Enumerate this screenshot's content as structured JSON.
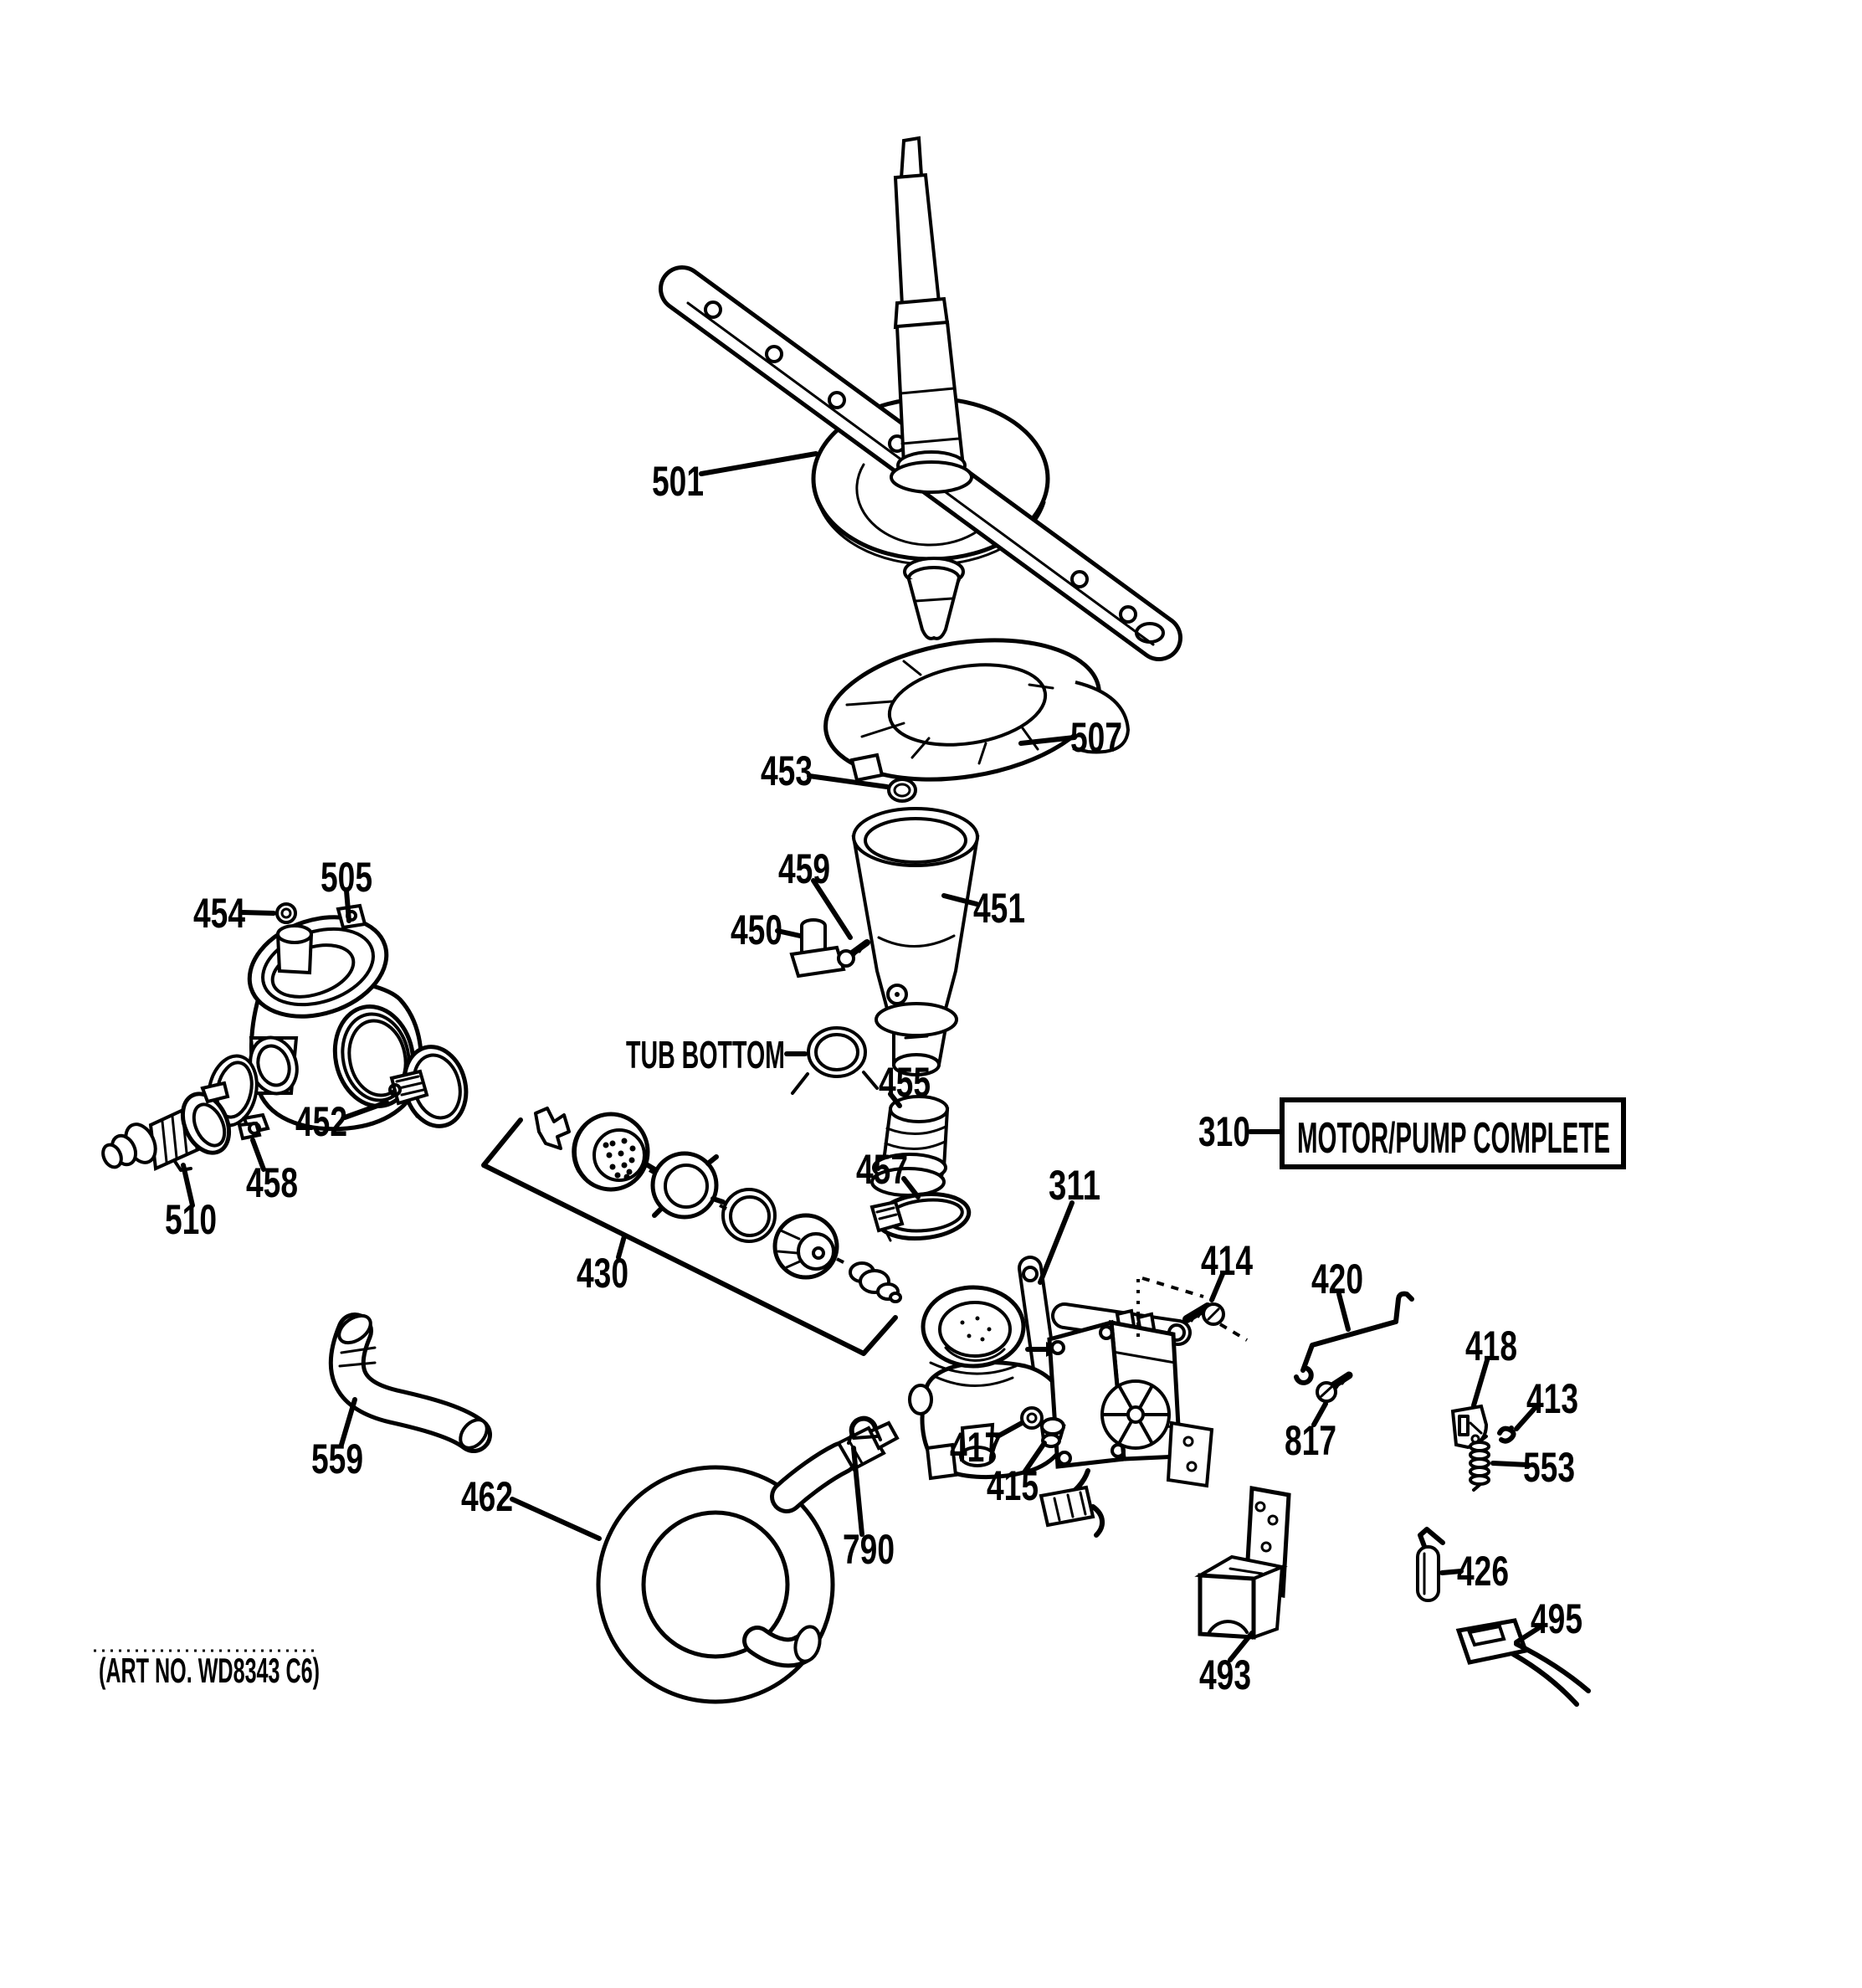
{
  "diagram": {
    "art_no": "(ART NO. WD8343 C6)",
    "tub_bottom_label": "TUB BOTTOM",
    "motor_pump_box_label": "MOTOR/PUMP COMPLETE",
    "colors": {
      "ink": "#000000",
      "background": "#ffffff"
    },
    "callouts": [
      {
        "part": "501"
      },
      {
        "part": "507"
      },
      {
        "part": "453"
      },
      {
        "part": "459"
      },
      {
        "part": "450"
      },
      {
        "part": "451"
      },
      {
        "part": "505"
      },
      {
        "part": "454"
      },
      {
        "part": "452"
      },
      {
        "part": "458"
      },
      {
        "part": "510"
      },
      {
        "part": "455"
      },
      {
        "part": "457"
      },
      {
        "part": "310"
      },
      {
        "part": "311"
      },
      {
        "part": "430"
      },
      {
        "part": "414"
      },
      {
        "part": "420"
      },
      {
        "part": "817"
      },
      {
        "part": "418"
      },
      {
        "part": "413"
      },
      {
        "part": "553"
      },
      {
        "part": "417"
      },
      {
        "part": "415"
      },
      {
        "part": "559"
      },
      {
        "part": "462"
      },
      {
        "part": "790"
      },
      {
        "part": "426"
      },
      {
        "part": "495"
      },
      {
        "part": "493"
      }
    ]
  }
}
